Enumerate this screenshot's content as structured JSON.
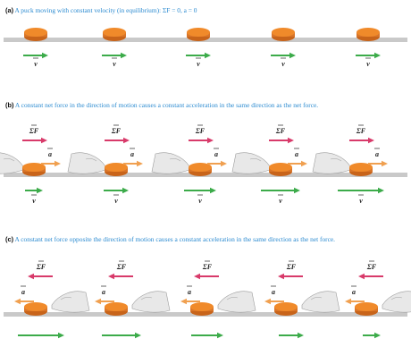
{
  "panels": [
    {
      "tag": "(a)",
      "caption": "A puck moving with constant velocity (in equilibrium):",
      "equation": "ΣF = 0, a = 0",
      "pucks": 5,
      "labels": {
        "velocity": "v"
      }
    },
    {
      "tag": "(b)",
      "caption": "A constant net force in the direction of motion causes a constant acceleration in the same direction as the net force.",
      "pucks": 5,
      "labels": {
        "force": "ΣF",
        "acceleration": "a",
        "velocity": "v"
      }
    },
    {
      "tag": "(c)",
      "caption": "A constant net force opposite the direction of motion causes a constant acceleration in the same direction as the net force.",
      "pucks": 5,
      "labels": {
        "force": "ΣF",
        "acceleration": "a",
        "velocity": "v"
      }
    }
  ],
  "colors": {
    "caption": "#2a8ad0",
    "surface": "#c9c9c9",
    "puck": "#f08a2a",
    "velocity_arrow": "#3cab4a",
    "acceleration_arrow": "#f0a050",
    "force_arrow": "#d83a6a",
    "hand": "#e8e8e8"
  }
}
